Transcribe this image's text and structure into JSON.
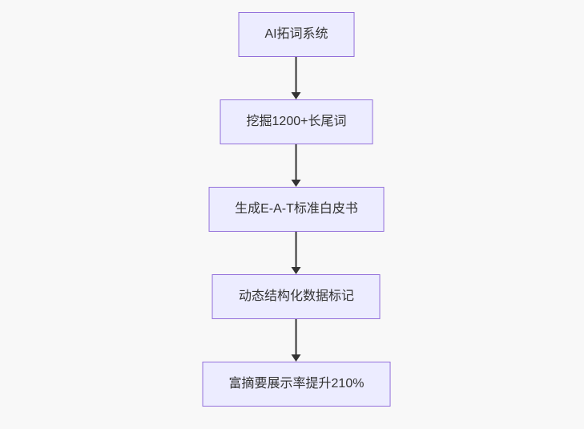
{
  "page": {
    "background_color": "#f8f8f8"
  },
  "flowchart": {
    "type": "flowchart-top-down",
    "node_fill_color": "#ececff",
    "node_border_color": "#9370db",
    "text_color": "#333333",
    "arrow_color": "#333333",
    "nodes": [
      {
        "id": "A",
        "label": "AI拓词系统"
      },
      {
        "id": "B",
        "label": "挖掘1200+长尾词"
      },
      {
        "id": "C",
        "label": "生成E-A-T标准白皮书"
      },
      {
        "id": "D",
        "label": "动态结构化数据标记"
      },
      {
        "id": "E",
        "label": "富摘要展示率提升210%"
      }
    ],
    "edges": [
      {
        "from": "A",
        "to": "B"
      },
      {
        "from": "B",
        "to": "C"
      },
      {
        "from": "C",
        "to": "D"
      },
      {
        "from": "D",
        "to": "E"
      }
    ]
  }
}
